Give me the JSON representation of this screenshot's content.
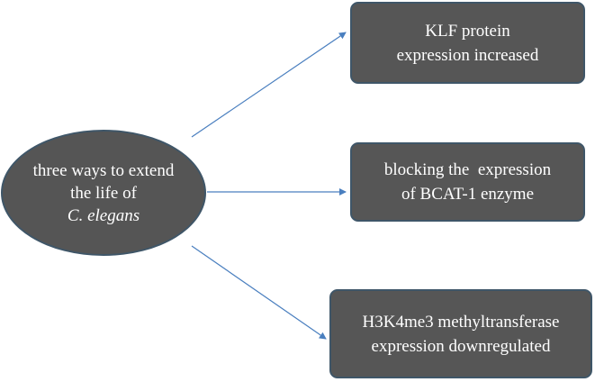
{
  "center": {
    "line1": "three ways to extend",
    "line2": "the life of",
    "line3": "C. elegans"
  },
  "boxes": [
    {
      "line1": "KLF protein",
      "line2": "expression increased"
    },
    {
      "line1": "blocking the  expression",
      "line2": "of BCAT-1 enzyme"
    },
    {
      "line1": "H3K4me3 methyltransferase",
      "line2": "expression downregulated"
    }
  ],
  "colors": {
    "node_fill": "#565656",
    "node_border": "#3f5668",
    "arrow": "#4a7fbf",
    "text": "#ffffff"
  }
}
